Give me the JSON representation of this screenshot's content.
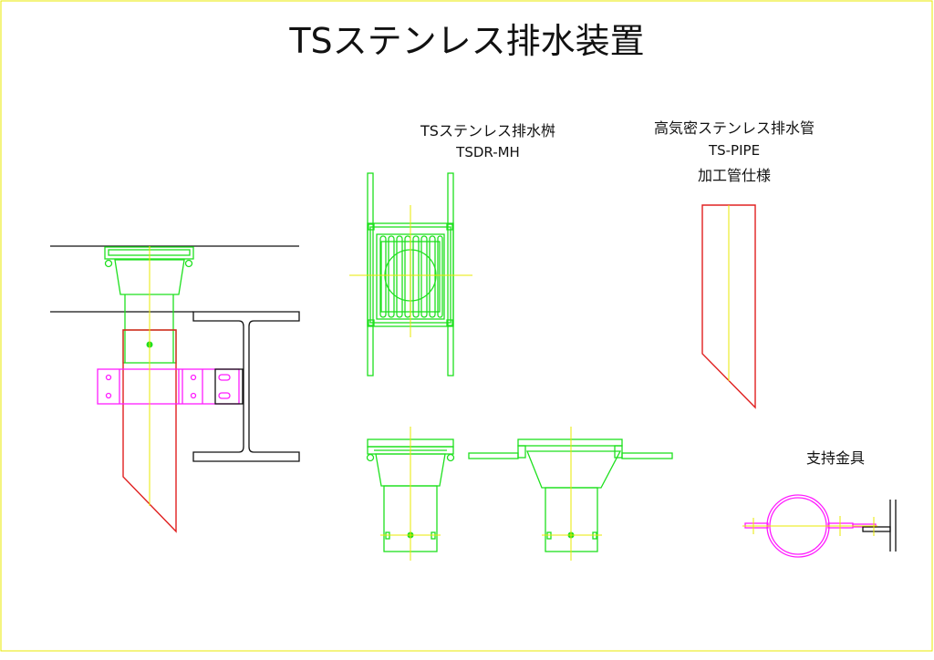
{
  "title": "TSステンレス排水装置",
  "labels": {
    "basin_name": "TSステンレス排水桝",
    "basin_model": "TSDR-MH",
    "pipe_name": "高気密ステンレス排水管",
    "pipe_model": "TS-PIPE",
    "pipe_spec": "加工管仕様",
    "bracket": "支持金具"
  },
  "colors": {
    "outline": "#1ee01e",
    "center": "#e8e800",
    "pipe": "#e02020",
    "band": "#ff1cff",
    "steel": "#111111"
  }
}
